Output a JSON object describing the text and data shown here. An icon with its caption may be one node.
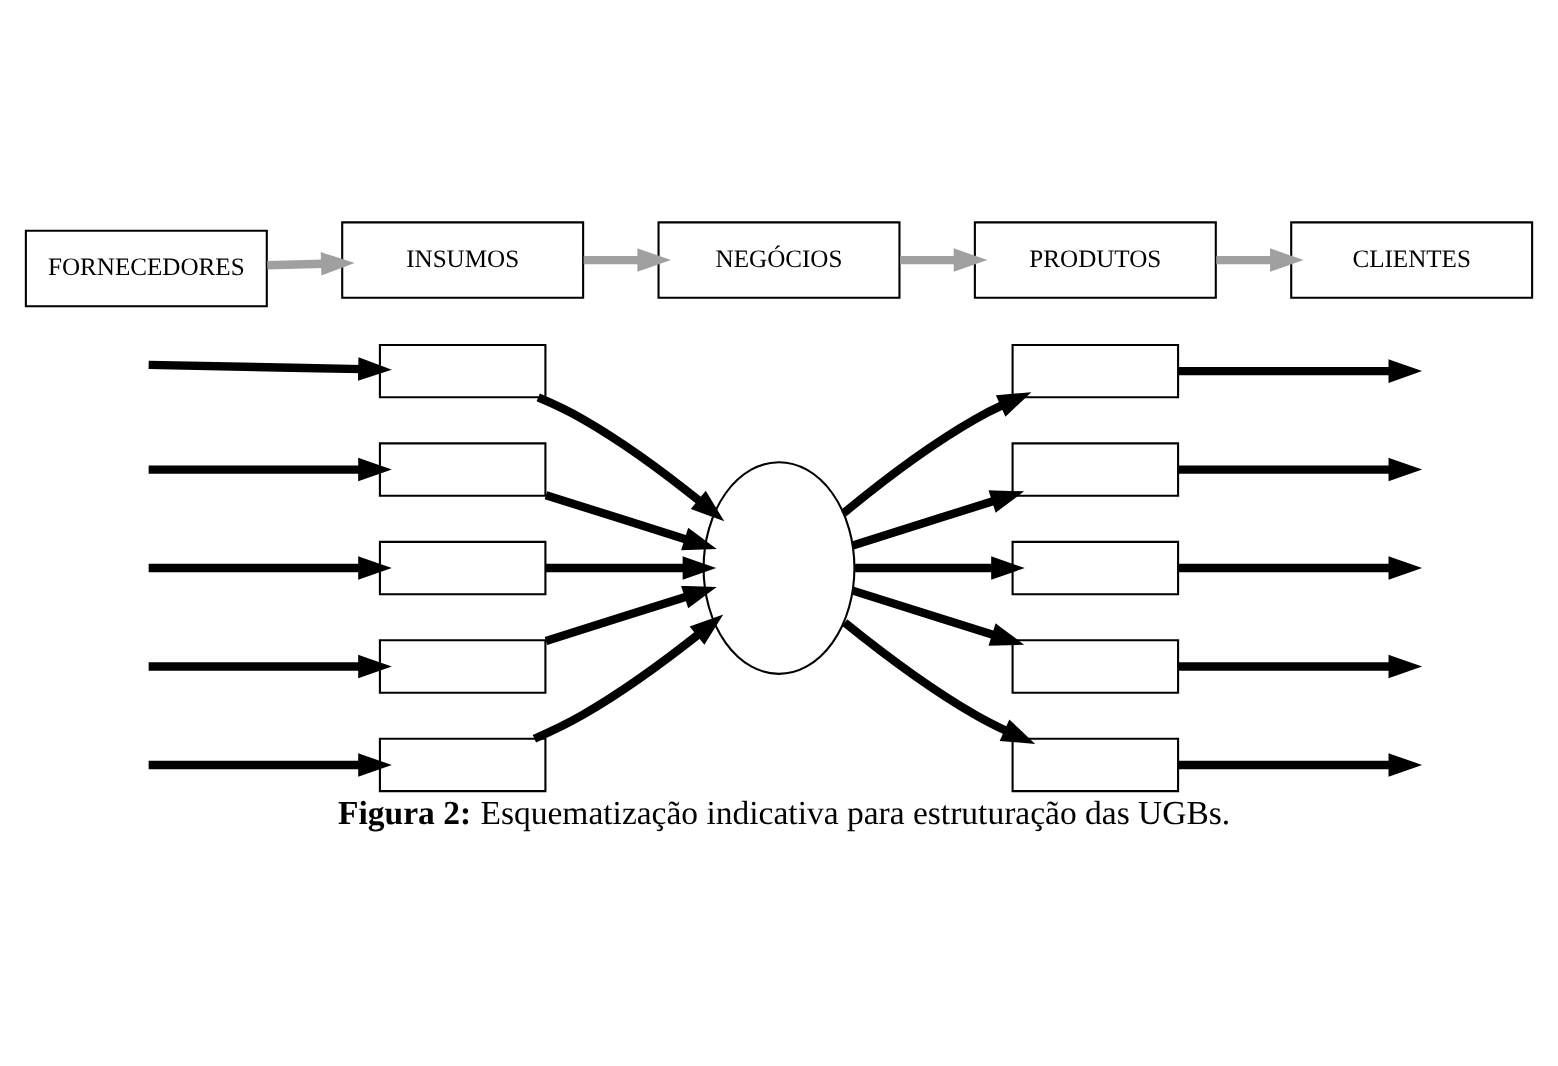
{
  "diagram": {
    "caption": "**Figura 2:** Esquematização indicativa para estruturação das UGBs.",
    "nodes": [
      {
        "text": [
          "FORNECEDORES"
        ]
      },
      {
        "text": [
          "INSUMOS"
        ]
      },
      {
        "text": [
          "NEGÓCIOS"
        ]
      },
      {
        "text": [
          "PRODUTOS"
        ]
      },
      {
        "text": [
          "CLIENTES"
        ]
      },
      {
        "text": [],
        "shape": "box"
      },
      {
        "text": [],
        "shape": "box"
      },
      {
        "text": [],
        "shape": "box"
      },
      {
        "text": [],
        "shape": "box"
      },
      {
        "text": [],
        "shape": "box"
      },
      {
        "text": [],
        "shape": "ellipse"
      },
      {
        "text": [],
        "shape": "box"
      },
      {
        "text": [],
        "shape": "box"
      },
      {
        "text": [],
        "shape": "box"
      },
      {
        "text": [],
        "shape": "box"
      },
      {
        "text": [],
        "shape": "box"
      }
    ],
    "edges": [
      {
        "from": 0,
        "to": 1,
        "arrow": "to",
        "color": "#a0a0a0"
      },
      {
        "from": 1,
        "to": 2,
        "arrow": "to",
        "color": "#a0a0a0"
      },
      {
        "from": 2,
        "to": 3,
        "arrow": "to",
        "color": "#a0a0a0"
      },
      {
        "from": 3,
        "to": 4,
        "arrow": "to",
        "color": "#a0a0a0"
      },
      {
        "from": null,
        "to": 5,
        "arrow": "to"
      },
      {
        "from": null,
        "to": 6,
        "arrow": "to"
      },
      {
        "from": null,
        "to": 7,
        "arrow": "to"
      },
      {
        "from": null,
        "to": 8,
        "arrow": "to"
      },
      {
        "from": null,
        "to": 9,
        "arrow": "to"
      },
      {
        "from": 5,
        "to": 10,
        "arrow": "to"
      },
      {
        "from": 6,
        "to": 10,
        "arrow": "to"
      },
      {
        "from": 7,
        "to": 10,
        "arrow": "to"
      },
      {
        "from": 8,
        "to": 10,
        "arrow": "to"
      },
      {
        "from": 9,
        "to": 10,
        "arrow": "to"
      },
      {
        "from": 10,
        "to": 11,
        "arrow": "to"
      },
      {
        "from": 10,
        "to": 12,
        "arrow": "to"
      },
      {
        "from": 10,
        "to": 13,
        "arrow": "to"
      },
      {
        "from": 10,
        "to": 14,
        "arrow": "to"
      },
      {
        "from": 10,
        "to": 15,
        "arrow": "to"
      },
      {
        "from": 11,
        "to": null,
        "arrow": "to"
      },
      {
        "from": 12,
        "to": null,
        "arrow": "to"
      },
      {
        "from": 13,
        "to": null,
        "arrow": "to"
      },
      {
        "from": 14,
        "to": null,
        "arrow": "to"
      },
      {
        "from": 15,
        "to": null,
        "arrow": "to"
      }
    ]
  }
}
